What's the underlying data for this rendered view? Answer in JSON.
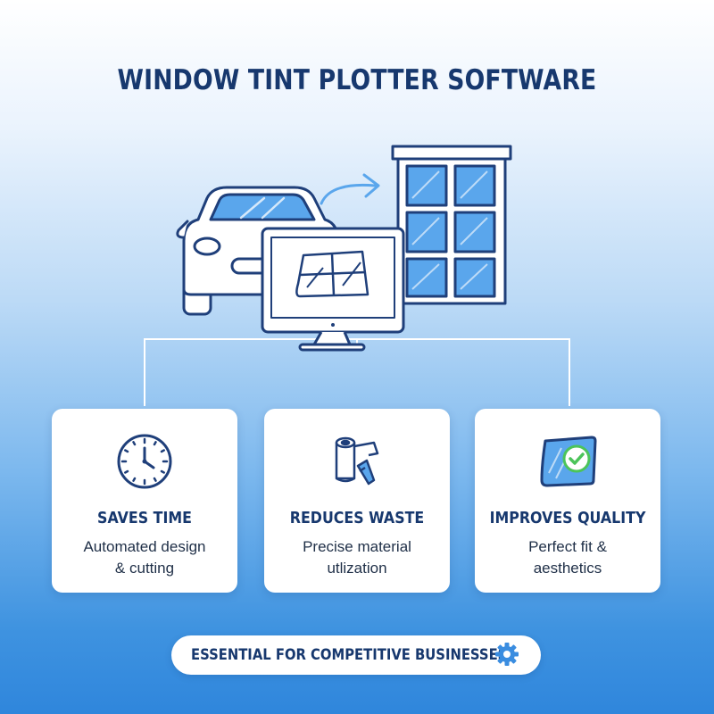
{
  "title": "WINDOW TINT PLOTTER SOFTWARE",
  "cards": [
    {
      "title": "SAVES TIME",
      "line1": "Automated design",
      "line2": "& cutting",
      "icon": "clock-icon"
    },
    {
      "title": "REDUCES WASTE",
      "line1": "Precise material",
      "line2": "utlization",
      "icon": "film-roll-cutter-icon"
    },
    {
      "title": "IMPROVES QUALITY",
      "line1": "Perfect fit &",
      "line2": "aesthetics",
      "icon": "tinted-window-check-icon"
    }
  ],
  "footer": {
    "text": "ESSENTIAL FOR COMPETITIVE BUSINESSES",
    "icon": "gear-icon"
  },
  "colors": {
    "navy": "#17386e",
    "outline": "#1f3f7a",
    "glass": "#5aa6ec",
    "accent": "#3a8de0",
    "check": "#4cc45a"
  }
}
